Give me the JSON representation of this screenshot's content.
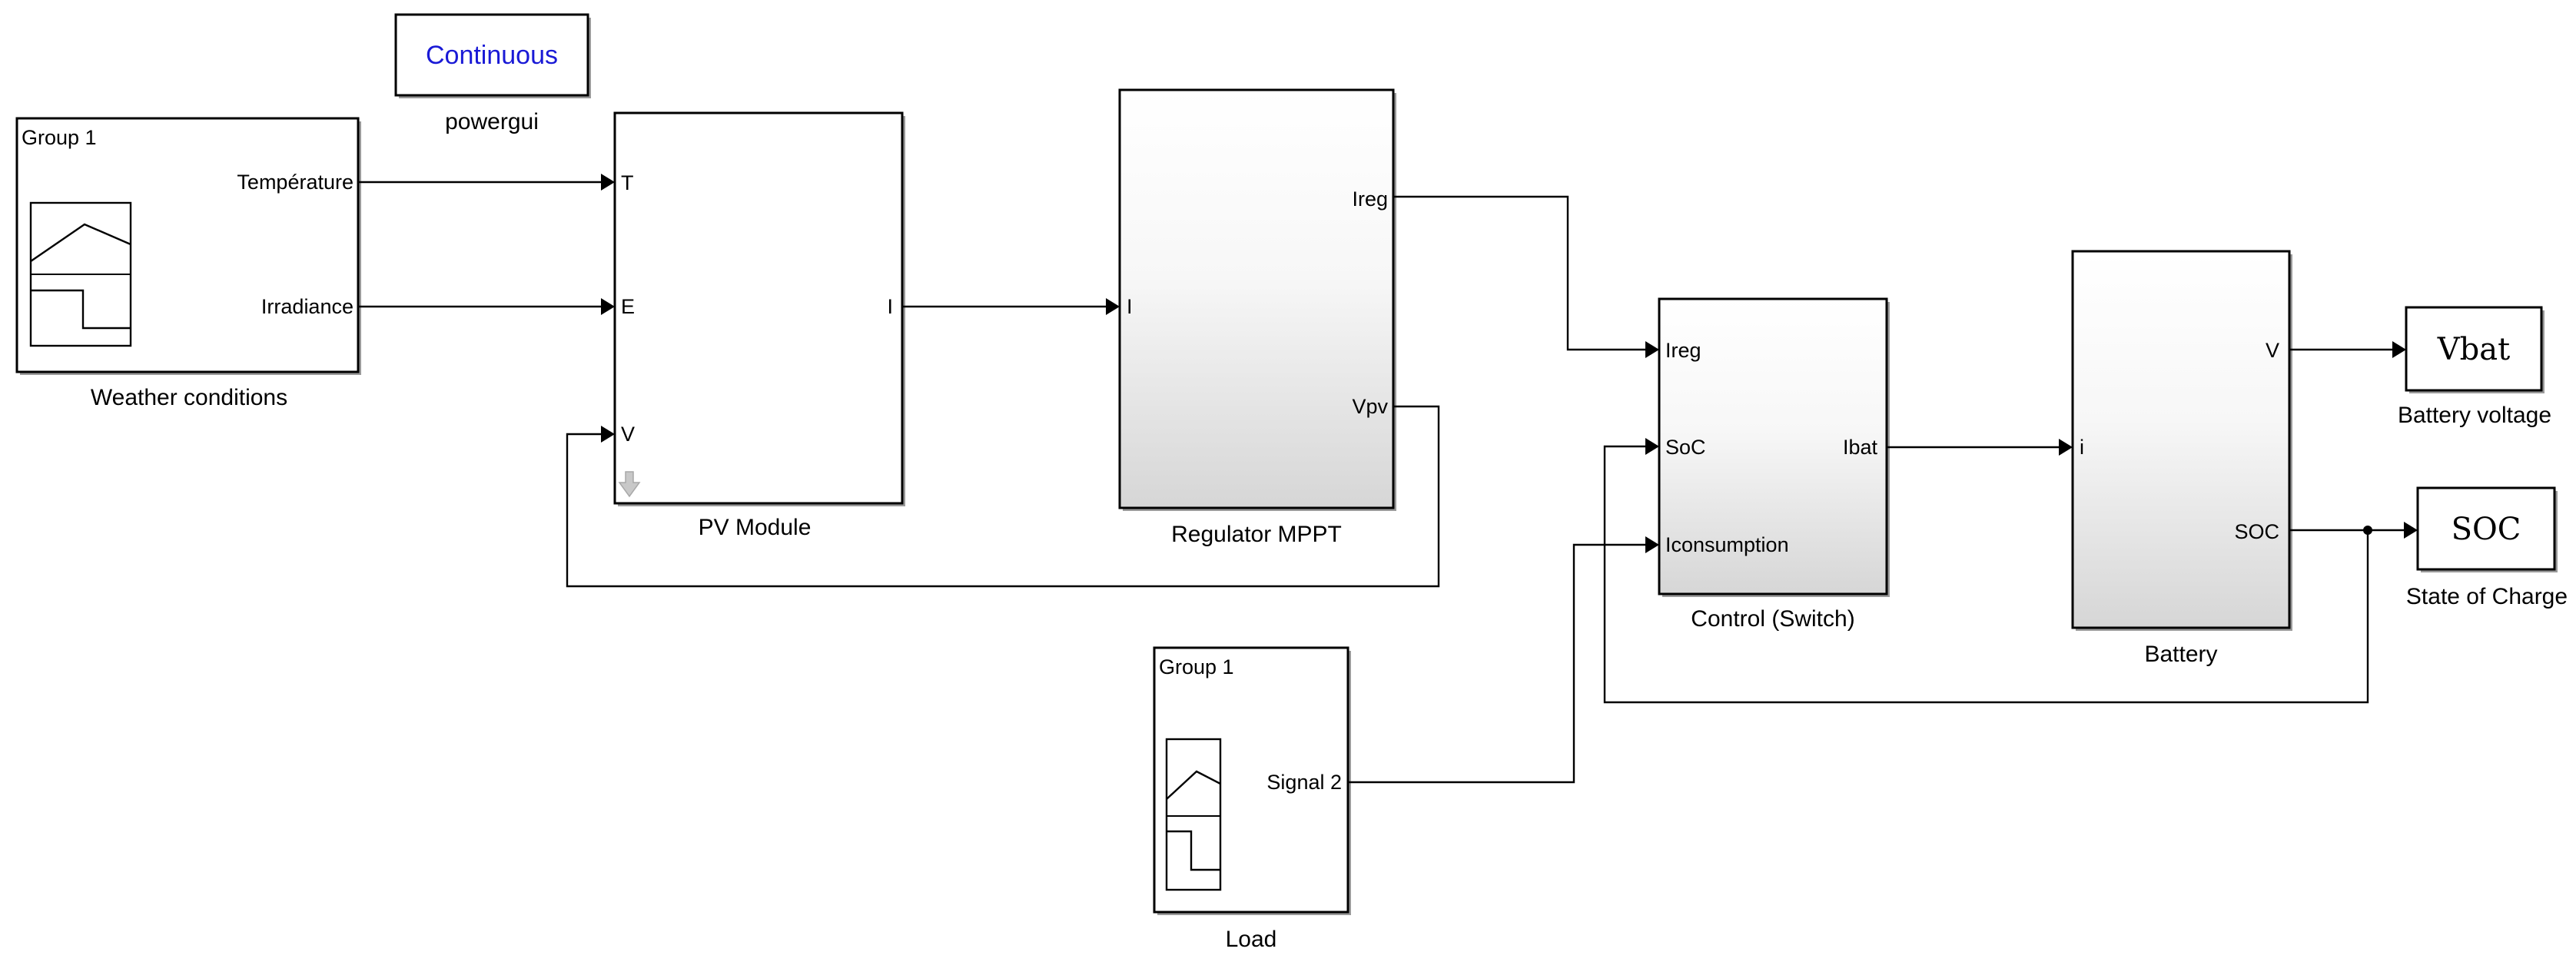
{
  "powergui": {
    "mode_label": "Continuous",
    "name": "powergui"
  },
  "weather": {
    "group_label": "Group 1",
    "outputs": [
      "Température",
      "Irradiance"
    ],
    "name": "Weather conditions"
  },
  "pv_module": {
    "inputs": [
      "T",
      "E",
      "V"
    ],
    "output": "I",
    "name": "PV Module"
  },
  "regulator": {
    "input": "I",
    "outputs": [
      "Ireg",
      "Vpv"
    ],
    "name": "Regulator MPPT"
  },
  "control": {
    "inputs": [
      "Ireg",
      "SoC",
      "Iconsumption"
    ],
    "output": "Ibat",
    "name": "Control (Switch)"
  },
  "battery": {
    "input": "i",
    "outputs": [
      "V",
      "SOC"
    ],
    "name": "Battery"
  },
  "display_vbat": {
    "value": "Vbat",
    "name": "Battery voltage"
  },
  "display_soc": {
    "value": "SOC",
    "name": "State of Charge"
  },
  "load": {
    "group_label": "Group 1",
    "output": "Signal 2",
    "name": "Load"
  }
}
